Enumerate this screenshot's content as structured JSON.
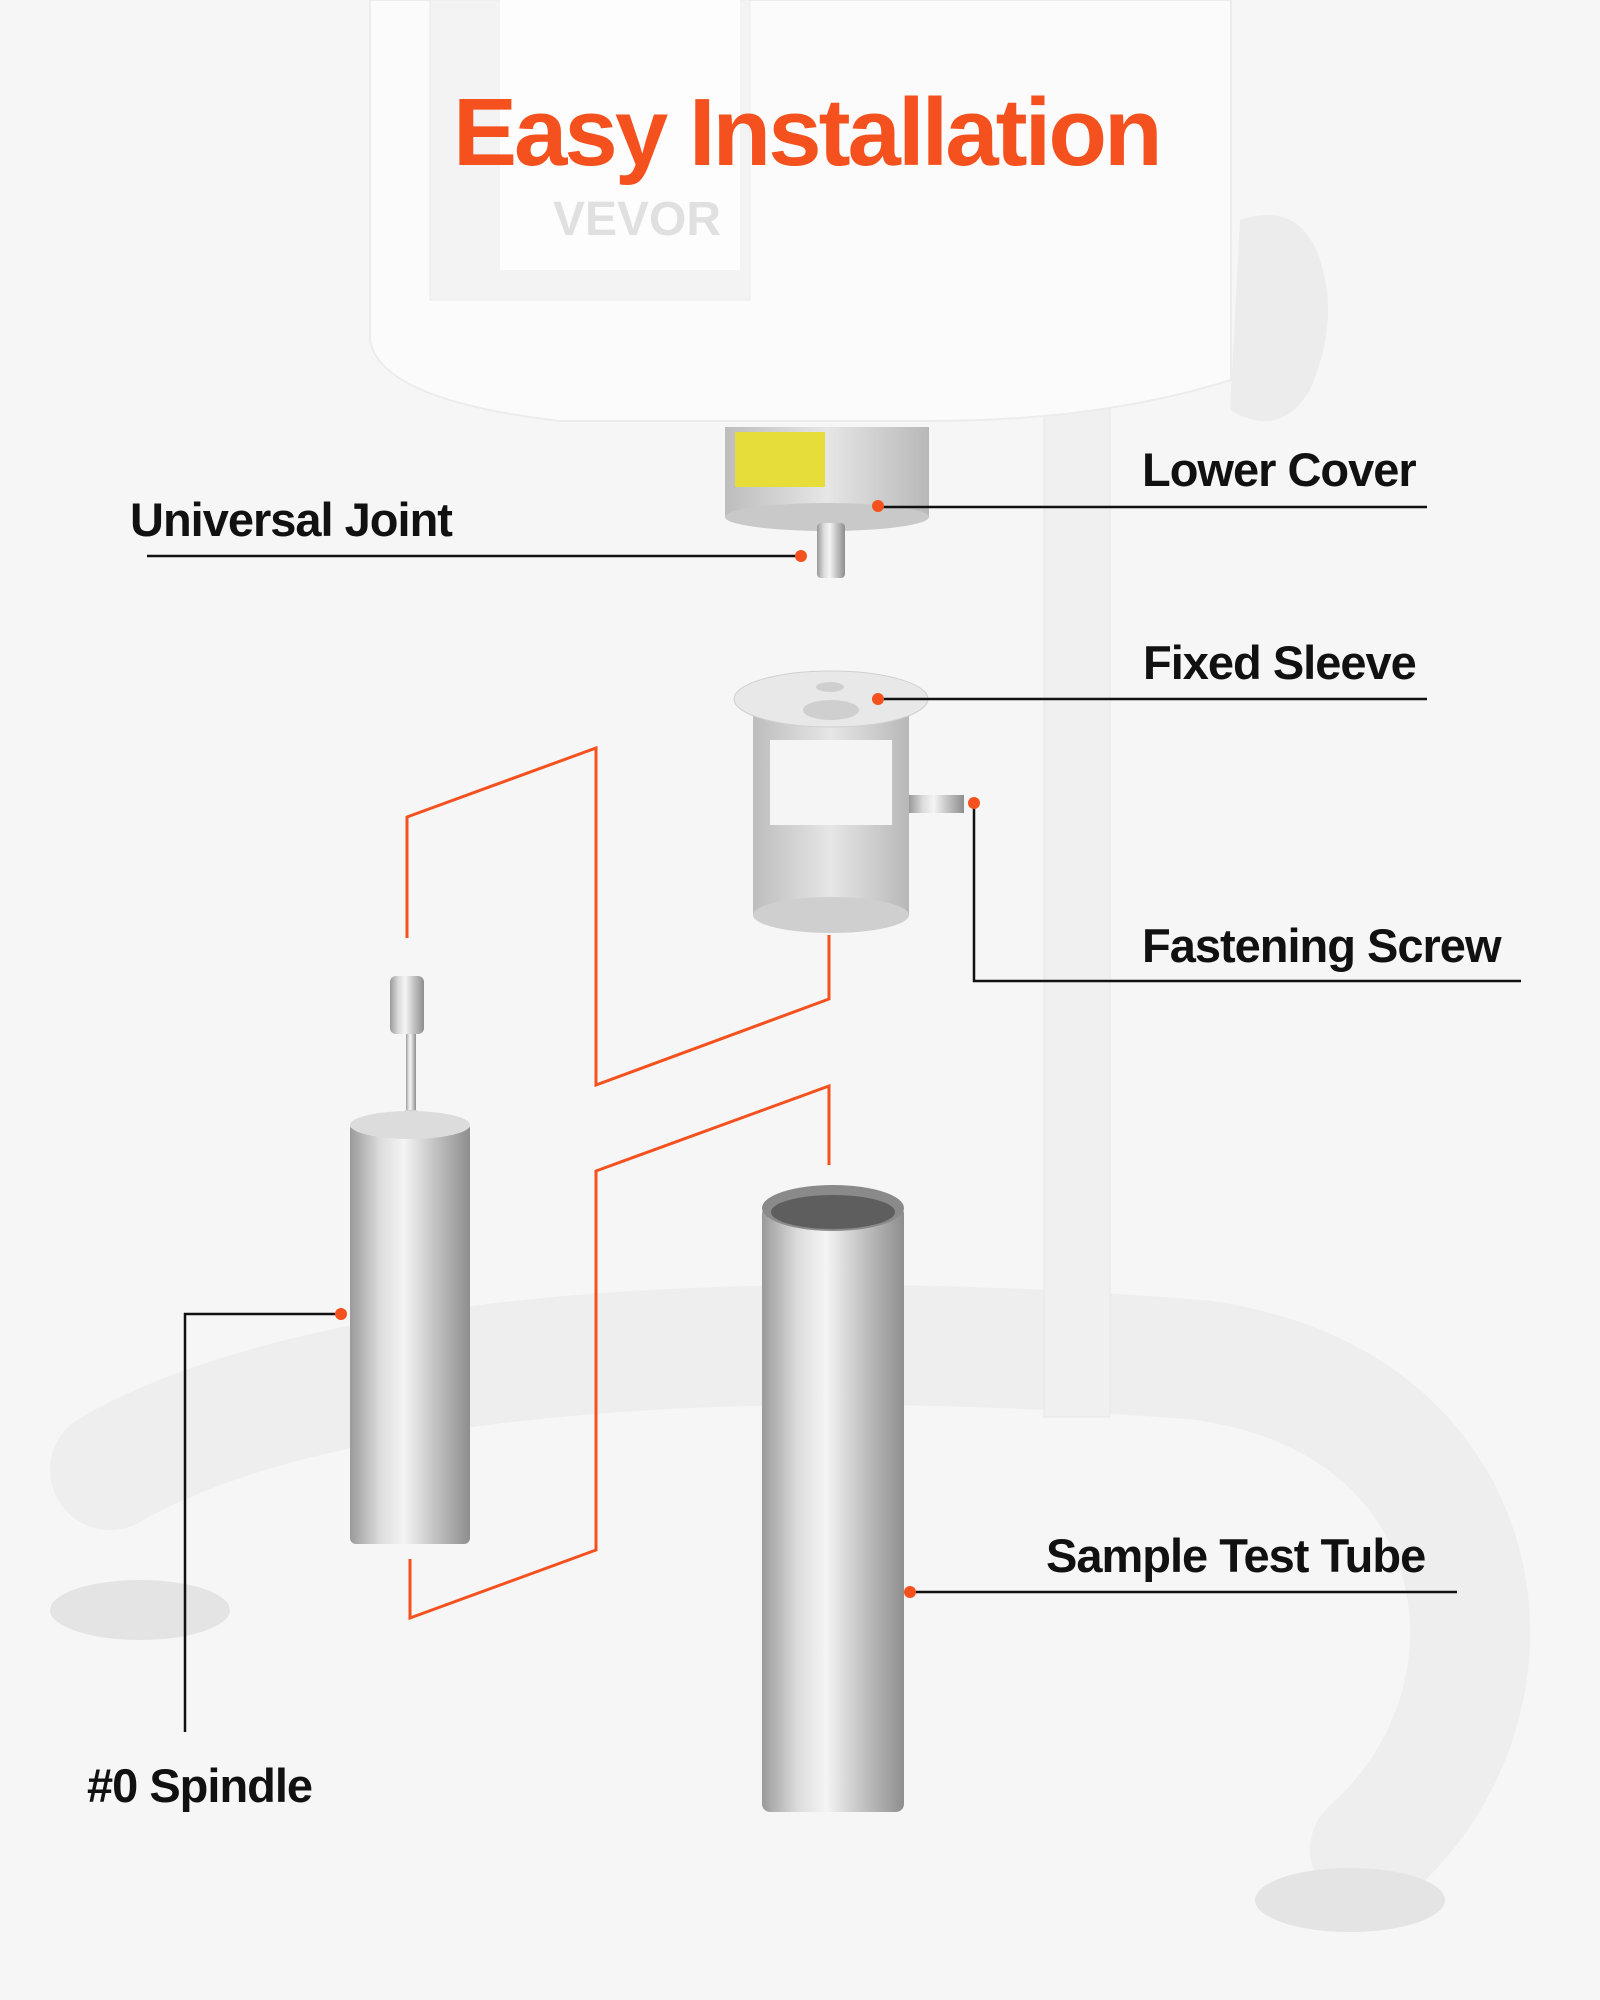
{
  "title": "Easy Installation",
  "brand_logo": "VEVOR",
  "accent_color": "#f4511e",
  "labels": {
    "lower_cover": "Lower Cover",
    "universal_joint": "Universal Joint",
    "fixed_sleeve": "Fixed Sleeve",
    "fastening_screw": "Fastening Screw",
    "sample_test_tube": "Sample Test Tube",
    "spindle": "#0 Spindle"
  }
}
